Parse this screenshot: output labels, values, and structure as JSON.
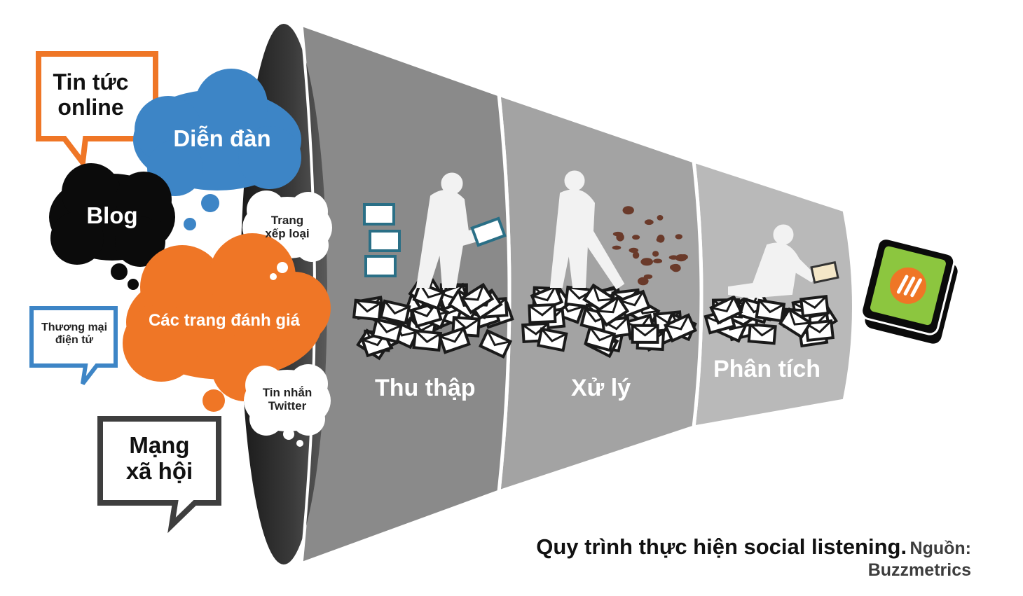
{
  "colors": {
    "orange": "#ef7626",
    "blue": "#3d85c6",
    "black": "#0b0b0b",
    "dark_gray": "#3e3e3e",
    "cone_dark": "#2d2d2d",
    "stage1": "#8a8a8a",
    "stage2": "#a3a3a3",
    "stage3": "#b9b9b9",
    "icon_green": "#8cc63f"
  },
  "sources": {
    "news": [
      "Tin tức",
      "online"
    ],
    "forum": "Diễn đàn",
    "blog": "Blog",
    "ranking": [
      "Trang",
      "xếp loại"
    ],
    "reviews": "Các trang đánh giá",
    "ecommerce": [
      "Thương mại",
      "điện tử"
    ],
    "twitter": [
      "Tin nhắn",
      "Twitter"
    ],
    "social": [
      "Mạng",
      "xã hội"
    ]
  },
  "stages": [
    "Thu thập",
    "Xử lý",
    "Phân tích"
  ],
  "caption": {
    "title": "Quy trình thực hiện social listening.",
    "source_label": "Nguồn:",
    "source_name": "Buzzmetrics"
  }
}
